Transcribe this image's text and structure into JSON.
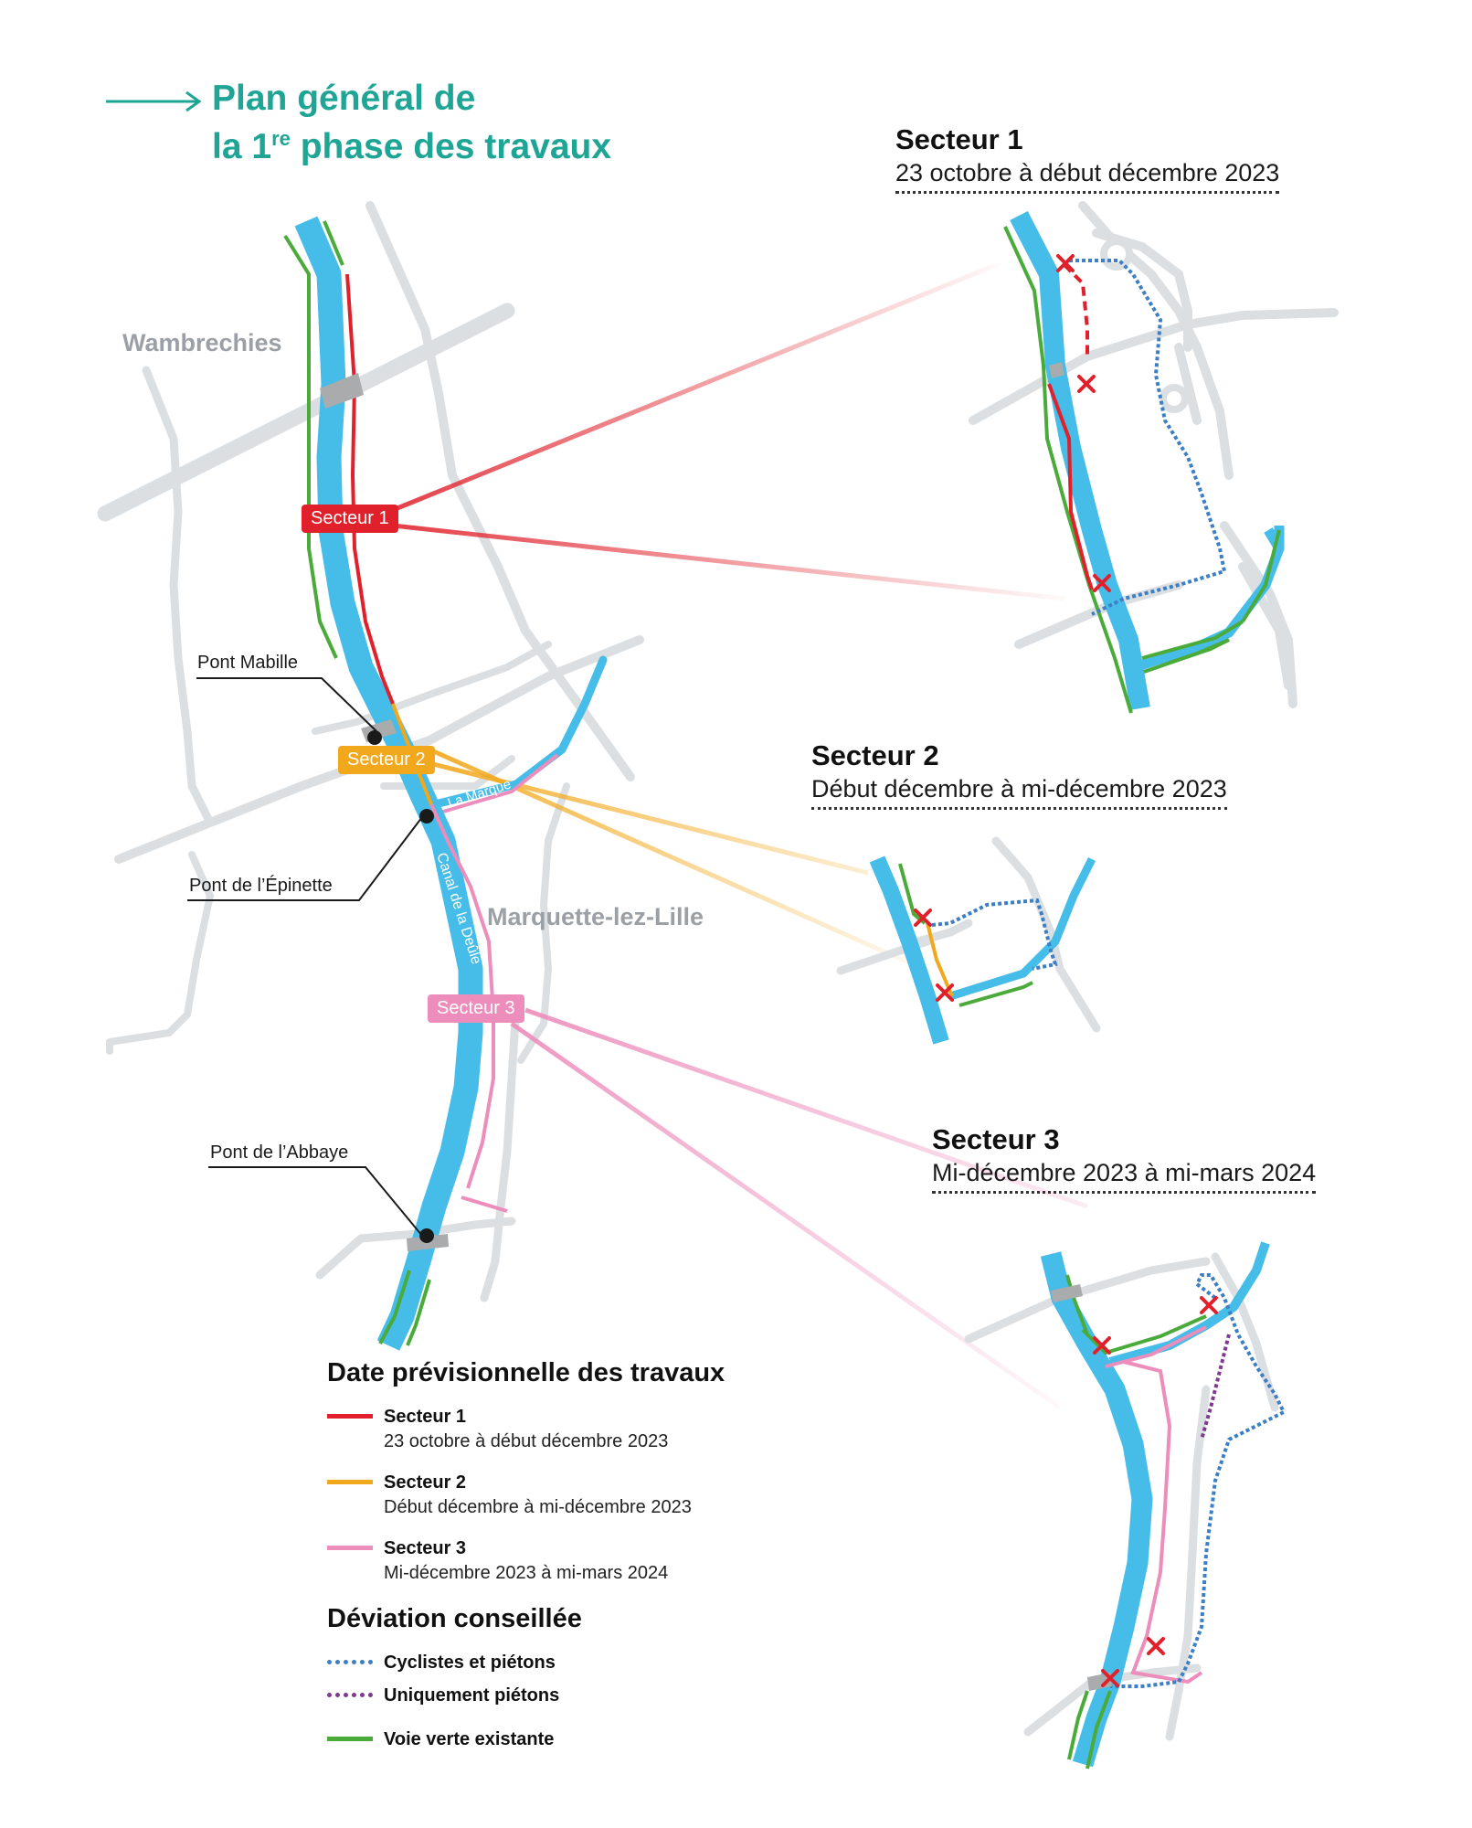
{
  "title": {
    "line1": "Plan général de",
    "line2_pre": "la 1",
    "line2_sup": "re",
    "line2_post": " phase des travaux"
  },
  "towns": {
    "wambrechies": "Wambrechies",
    "marquette": "Marquette-lez-Lille"
  },
  "bridges": {
    "mabille": "Pont Mabille",
    "epinette": "Pont de l’Épinette",
    "abbaye": "Pont de l’Abbaye"
  },
  "waterways": {
    "marque": "La Marque",
    "deule": "Canal de la Deûle"
  },
  "tags": {
    "s1": "Secteur 1",
    "s2": "Secteur 2",
    "s3": "Secteur 3"
  },
  "sectors": [
    {
      "name": "Secteur 1",
      "dates": "23 octobre à début décembre 2023"
    },
    {
      "name": "Secteur 2",
      "dates": "Début décembre à mi-décembre 2023"
    },
    {
      "name": "Secteur 3",
      "dates": "Mi-décembre 2023 à mi-mars 2024"
    }
  ],
  "legend": {
    "heading_dates": "Date prévisionnelle des travaux",
    "items": [
      {
        "name": "Secteur 1",
        "dates": "23 octobre à début décembre 2023",
        "color": "#e0202a"
      },
      {
        "name": "Secteur 2",
        "dates": "Début décembre à mi-décembre 2023",
        "color": "#f2a81d"
      },
      {
        "name": "Secteur 3",
        "dates": "Mi-décembre 2023 à mi-mars 2024",
        "color": "#ec8dbb"
      }
    ],
    "heading_deviation": "Déviation conseillée",
    "deviation": [
      {
        "label": "Cyclistes et piétons",
        "color": "#3d7fc4"
      },
      {
        "label": "Uniquement piétons",
        "color": "#7d3a8f"
      }
    ],
    "green": {
      "label": "Voie verte existante",
      "color": "#4aab3a"
    }
  },
  "colors": {
    "accent": "#1fa595",
    "water": "#45bde8",
    "road": "#dcdfe2",
    "closure": "#e0202a"
  }
}
